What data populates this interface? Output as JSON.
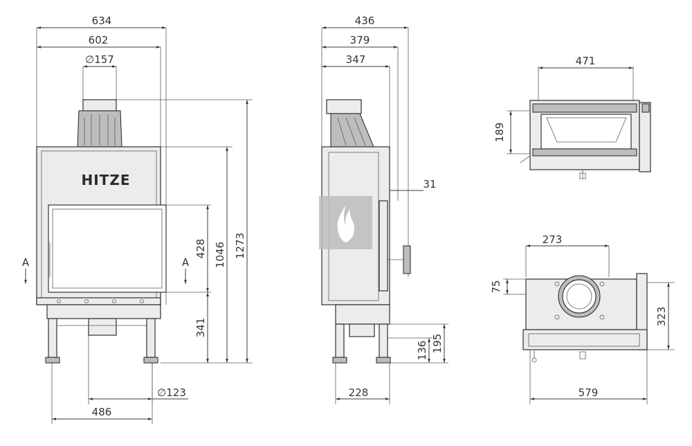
{
  "brand": {
    "logo_text": "HITZE"
  },
  "front_view": {
    "overall_width": "634",
    "body_width": "602",
    "flue_diameter": "∅157",
    "door_height": "428",
    "body_height": "1046",
    "overall_height": "1273",
    "legs_height": "341",
    "air_inlet_diameter": "∅123",
    "base_width": "486",
    "section_marker_left": "A",
    "section_marker_right": "A"
  },
  "side_view": {
    "overall_depth": "436",
    "depth_379": "379",
    "depth_347": "347",
    "offset_31": "31",
    "leg_depth": "228",
    "height_136": "136",
    "height_195": "195"
  },
  "top_view_section": {
    "firebox_width": "471",
    "firebox_depth": "189"
  },
  "top_view": {
    "flue_offset": "273",
    "flue_depth": "75",
    "depth": "323",
    "width": "579"
  },
  "colors": {
    "line": "#333333",
    "body_fill": "#ececec",
    "dark_fill": "#bdbdbd"
  },
  "watermark_icon": "flame-icon"
}
